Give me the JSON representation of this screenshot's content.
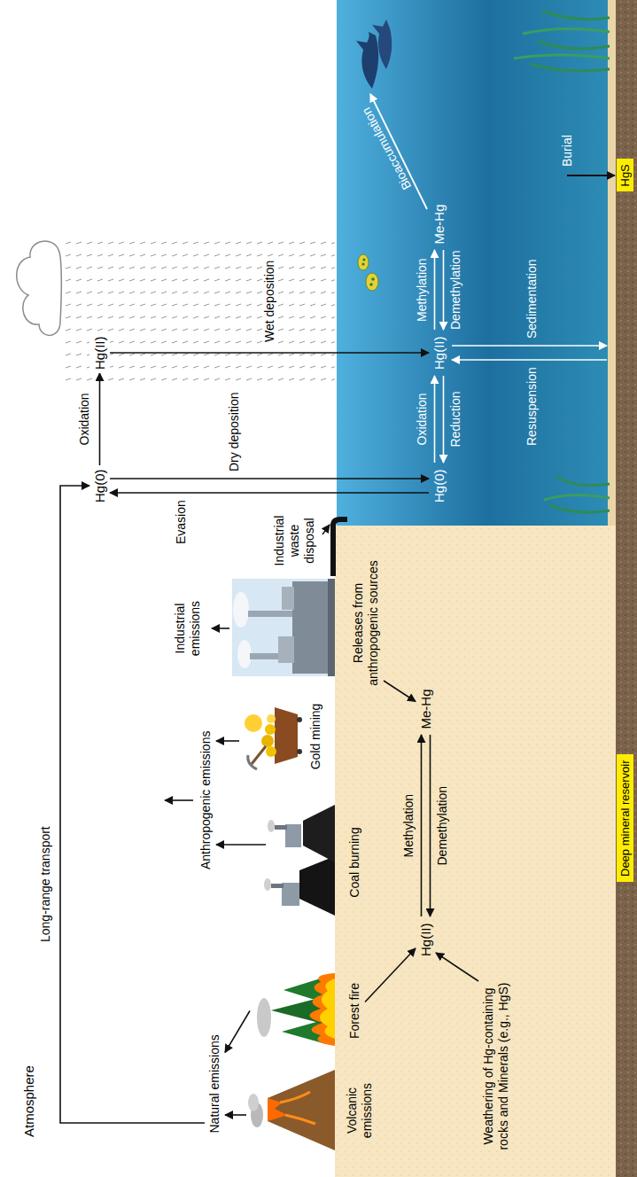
{
  "diagram": {
    "nodes": [
      {
        "text": [
          "Natural emissions"
        ]
      },
      {
        "text": [
          "Volcanic emissions"
        ]
      },
      {
        "text": [
          "Forest fire"
        ]
      },
      {
        "text": [
          "Anthropogenic emissions"
        ]
      },
      {
        "text": [
          "Coal burning"
        ]
      },
      {
        "text": [
          "Gold mining"
        ]
      },
      {
        "text": [
          "Industrial emissions"
        ]
      },
      {
        "text": [
          "Hg(0)"
        ]
      },
      {
        "text": [
          "Hg(II)"
        ]
      },
      {
        "text": [
          "Releases from anthropogenic sources"
        ]
      },
      {
        "text": [
          "Hg(II)"
        ]
      },
      {
        "text": [
          "Me-Hg"
        ]
      },
      {
        "text": [
          "Weathering of Hg-containing rocks and Minerals (e.g., HgS)"
        ]
      },
      {
        "text": [
          "Hg(0)"
        ]
      },
      {
        "text": [
          "Hg(II)"
        ]
      },
      {
        "text": [
          "Me-Hg"
        ]
      },
      {
        "text": [
          "HgS"
        ]
      },
      {
        "text": [
          "Deep mineral reservoir"
        ]
      }
    ],
    "edges": [
      {
        "from": 1,
        "to": 0,
        "arrow": "to"
      },
      {
        "from": 2,
        "to": 0,
        "arrow": "to"
      },
      {
        "from": 0,
        "to": 7,
        "label": "Long-range transport",
        "arrow": "to"
      },
      {
        "from": 4,
        "to": 3,
        "arrow": "to"
      },
      {
        "from": 5,
        "to": 3,
        "arrow": "to"
      },
      {
        "from": 7,
        "to": 8,
        "label": "Oxidation",
        "arrow": "to"
      },
      {
        "from": 8,
        "to": 14,
        "label": "Wet deposition",
        "arrow": "to"
      },
      {
        "from": 7,
        "to": 13,
        "label": "Dry deposition",
        "arrow": "to"
      },
      {
        "from": 13,
        "to": 7,
        "label": "Evasion",
        "arrow": "to"
      },
      {
        "from": 2,
        "to": 10,
        "arrow": "to"
      },
      {
        "from": 12,
        "to": 10,
        "arrow": "to"
      },
      {
        "from": 9,
        "to": 11,
        "arrow": "to"
      },
      {
        "from": 10,
        "to": 11,
        "label": "Methylation",
        "arrow": "to"
      },
      {
        "from": 11,
        "to": 10,
        "label": "Demethylation",
        "arrow": "to"
      },
      {
        "from": 13,
        "to": 14,
        "label": "Oxidation",
        "arrow": "to"
      },
      {
        "from": 14,
        "to": 13,
        "label": "Reduction",
        "arrow": "to"
      },
      {
        "from": 14,
        "to": 15,
        "label": "Methylation",
        "arrow": "to"
      },
      {
        "from": 15,
        "to": 14,
        "label": "Demethylation",
        "arrow": "to"
      }
    ],
    "labels": [
      "Atmosphere",
      "Industrial waste disposal",
      "Bioaccumulation",
      "Resuspension",
      "Sedimentation",
      "Burial"
    ]
  }
}
